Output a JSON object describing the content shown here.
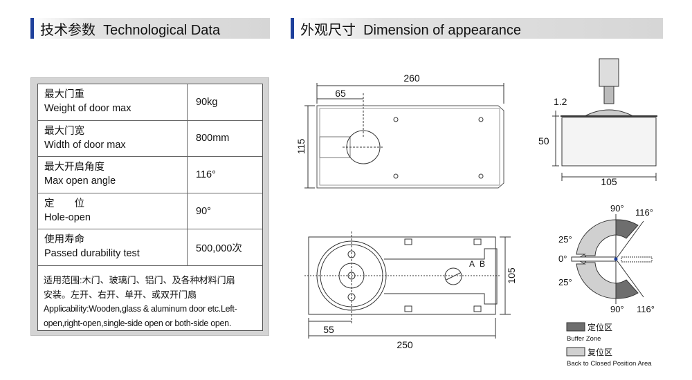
{
  "headers": {
    "tech": "技术参数  Technological Data",
    "dim": "外观尺寸  Dimension of appearance"
  },
  "specs": [
    {
      "cn": "最大门重",
      "en": "Weight of door max",
      "value": "90kg"
    },
    {
      "cn": "最大门宽",
      "en": "Width of door max",
      "value": "800mm"
    },
    {
      "cn": "最大开启角度",
      "en": "Max open angle",
      "value": "116°"
    },
    {
      "cn": "定　　位",
      "en": "Hole-open",
      "value": "90°"
    },
    {
      "cn": "使用寿命",
      "en": "Passed durability test",
      "value": "500,000次"
    }
  ],
  "note": {
    "cn1": "适用范围:木门、玻璃门、铝门、及各种材料门扇",
    "cn2": "安装。左开、右开、单开、或双开门扇",
    "en1": "Applicability:Wooden,glass & aluminum door etc.Left-",
    "en2": "open,right-open,single-side open or both-side open."
  },
  "top_view": {
    "length": "260",
    "offset": "65",
    "width": "115"
  },
  "side_view": {
    "thickness": "1.2",
    "height": "50",
    "width": "105"
  },
  "bottom_view": {
    "offset": "55",
    "length": "250",
    "width": "105",
    "label_a": "A",
    "label_b": "B"
  },
  "angle_diagram": {
    "a90_top": "90°",
    "a116_top": "116°",
    "a25_top": "25°",
    "a0": "0°",
    "a25_bottom": "25°",
    "a90_bottom": "90°",
    "a116_bottom": "116°"
  },
  "legend": [
    {
      "cn": "定位区",
      "en": "Buffer Zone",
      "color": "#6e6e6e"
    },
    {
      "cn": "复位区",
      "en": "Back to Closed Position Area",
      "color": "#d0d0d0"
    }
  ]
}
